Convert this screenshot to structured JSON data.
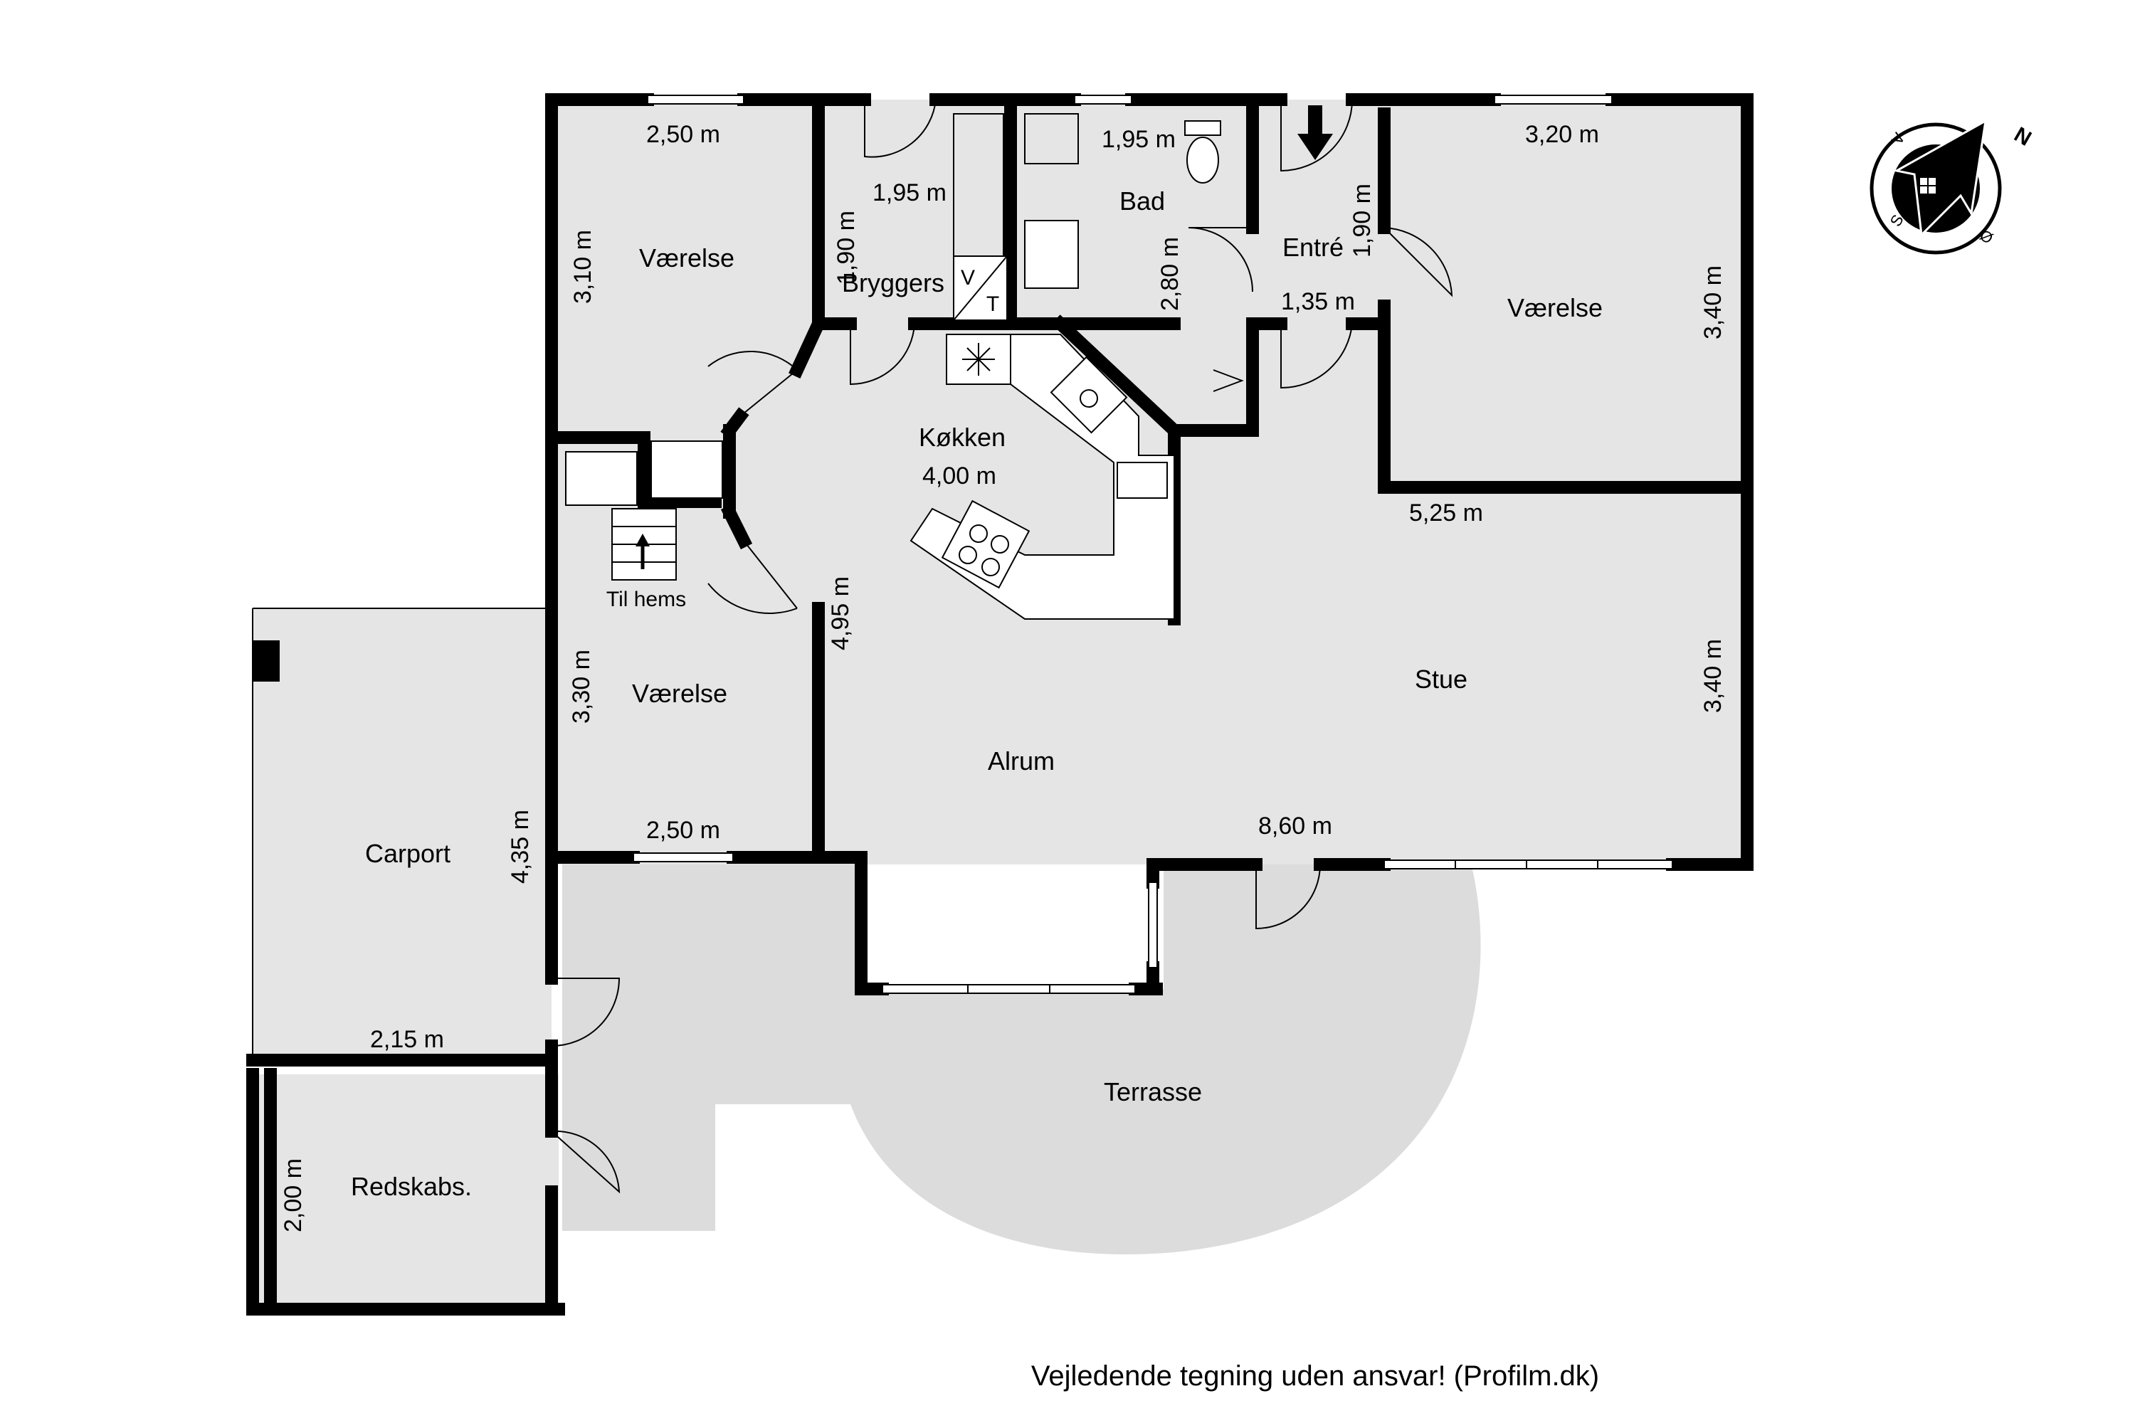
{
  "rooms": {
    "vaerelse_nw": "Værelse",
    "bryggers": "Bryggers",
    "bad": "Bad",
    "entre": "Entré",
    "vaerelse_ne": "Værelse",
    "koekken": "Køkken",
    "vaerelse_w": "Værelse",
    "alrum": "Alrum",
    "stue": "Stue",
    "carport": "Carport",
    "redskabs": "Redskabs.",
    "terrasse": "Terrasse"
  },
  "dimensions": {
    "vaerelse_nw_width": "2,50 m",
    "vaerelse_nw_depth": "3,10 m",
    "bryggers_width": "1,95 m",
    "bryggers_depth": "1,90 m",
    "bad_width": "1,95 m",
    "bad_depth": "2,80 m",
    "entre_width": "1,35 m",
    "entre_depth": "1,90 m",
    "vaerelse_ne_width": "3,20 m",
    "vaerelse_ne_depth": "3,40 m",
    "koekken_width": "4,00 m",
    "stue_width": "5,25 m",
    "stue_depth": "3,40 m",
    "alrum_depth": "4,95 m",
    "vaerelse_w_depth": "3,30 m",
    "vaerelse_w_width": "2,50 m",
    "living_total_width": "8,60 m",
    "carport_depth": "4,35 m",
    "carport_width": "2,15 m",
    "redskabs_depth": "2,00 m"
  },
  "labels": {
    "til_hems": "Til hems",
    "washer_v": "V",
    "dryer_t": "T"
  },
  "compass": {
    "north": "N",
    "east": "Ø",
    "south": "S",
    "west": "V"
  },
  "disclaimer": "Vejledende tegning uden ansvar! (Profilm.dk)",
  "colors": {
    "wall": "#000000",
    "floor": "#e5e5e5",
    "terrace": "#dcdcdc",
    "background": "#ffffff"
  }
}
